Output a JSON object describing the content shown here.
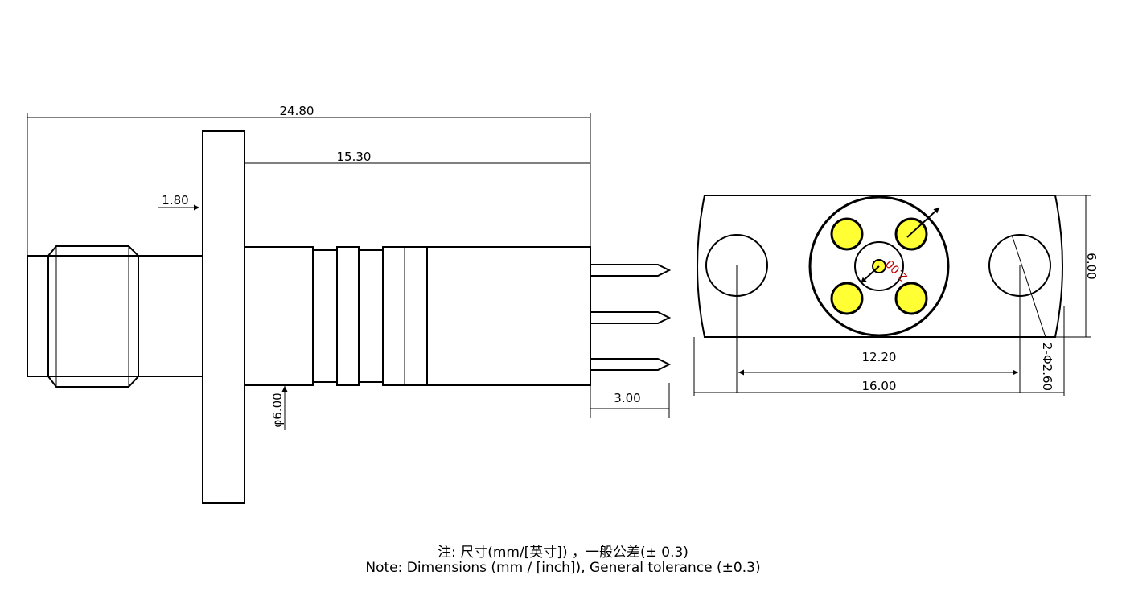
{
  "dimensions": {
    "overall_length": "24.80",
    "body_length": "15.30",
    "flange_thickness": "1.80",
    "body_diameter": "φ6.00",
    "pin_length": "3.00",
    "flange_width": "6.00",
    "hole_spacing": "12.20",
    "flange_length": "16.00",
    "mount_holes": "2-Φ2.60",
    "pin_circle": "2.00"
  },
  "colors": {
    "pin_fill": "#ffff33",
    "line": "#000000",
    "red_dim": "#c00000"
  },
  "notes": {
    "line1": "注: 尺寸(mm/[英寸]) ，一般公差(± 0.3)",
    "line2": "Note: Dimensions (mm / [inch]), General tolerance (±0.3)"
  }
}
